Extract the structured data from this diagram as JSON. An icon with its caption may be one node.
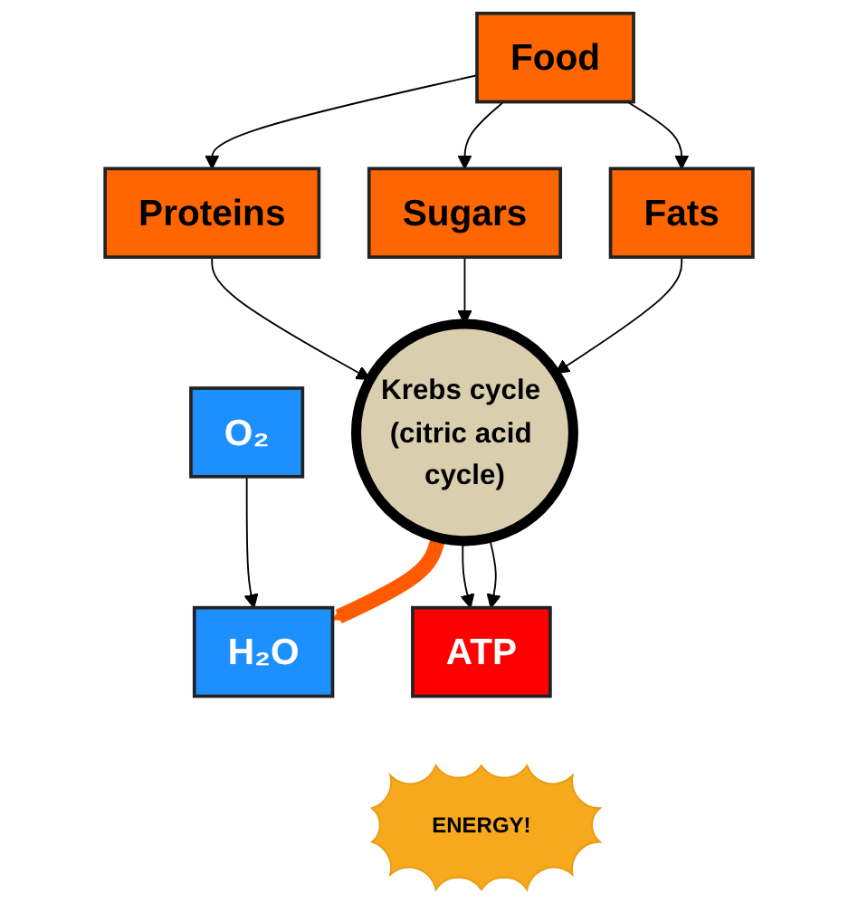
{
  "diagram": {
    "nodes": [
      {
        "text": [
          "Food"
        ]
      },
      {
        "text": [
          "Proteins"
        ]
      },
      {
        "text": [
          "Sugars"
        ]
      },
      {
        "text": [
          "Fats"
        ]
      },
      {
        "text": [
          "Krebs cycle (citric acid cycle)"
        ]
      },
      {
        "text": [
          "O₂"
        ]
      },
      {
        "text": [
          "ATP"
        ]
      },
      {
        "text": [
          "H₂O"
        ]
      },
      {
        "text": [
          "ENERGY!"
        ]
      }
    ],
    "edges": [
      {
        "from": 0,
        "to": 1,
        "arrow": "to"
      },
      {
        "from": 0,
        "to": 2,
        "arrow": "to"
      },
      {
        "from": 0,
        "to": 3,
        "arrow": "to"
      },
      {
        "from": 1,
        "to": 4,
        "arrow": "to"
      },
      {
        "from": 2,
        "to": 4,
        "arrow": "to"
      },
      {
        "from": 3,
        "to": 4,
        "arrow": "to"
      },
      {
        "from": 4,
        "to": 7,
        "arrow": "to",
        "style": "thick",
        "color": "#ff5a00"
      },
      {
        "from": 5,
        "to": 7,
        "arrow": "to"
      },
      {
        "from": 4,
        "to": 6,
        "arrow": "to"
      },
      {
        "from": 4,
        "to": 6,
        "arrow": "to"
      }
    ]
  }
}
